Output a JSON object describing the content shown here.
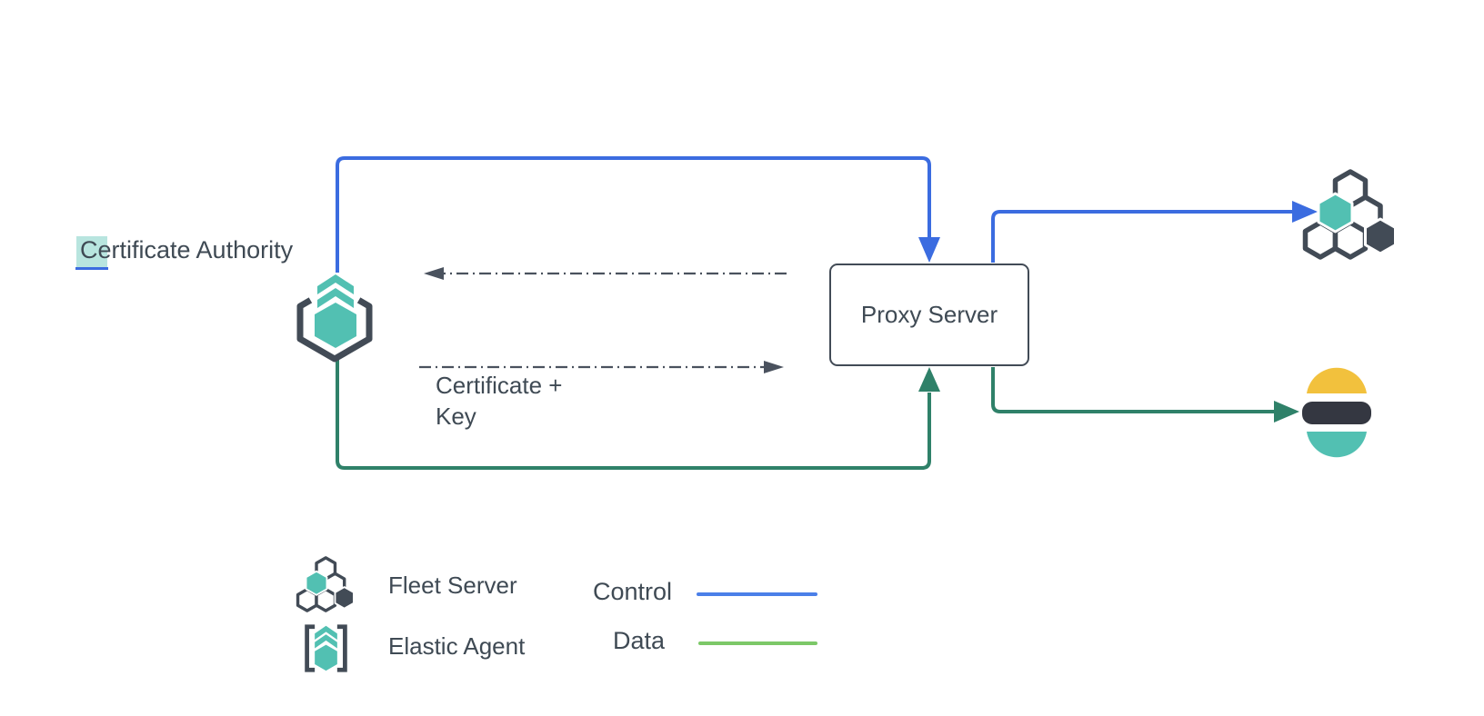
{
  "diagram": {
    "nodes": {
      "certificate_authority": {
        "label": "Certificate Authority"
      },
      "elastic_agent": {
        "icon": "elastic-agent-icon"
      },
      "proxy_server": {
        "label": "Proxy Server"
      },
      "fleet_server": {
        "icon": "fleet-server-icon"
      },
      "elasticsearch": {
        "icon": "elasticsearch-icon"
      }
    },
    "labels": {
      "certificate_key_line1": "Certificate +",
      "certificate_key_line2": "Key"
    },
    "edges": [
      {
        "from": "elastic_agent",
        "to": "proxy_server",
        "type": "control",
        "style": "solid"
      },
      {
        "from": "proxy_server",
        "to": "fleet_server",
        "type": "control",
        "style": "solid"
      },
      {
        "from": "elastic_agent",
        "to": "proxy_server",
        "type": "data",
        "style": "solid"
      },
      {
        "from": "proxy_server",
        "to": "elasticsearch",
        "type": "data",
        "style": "solid"
      },
      {
        "from": "proxy_server",
        "to": "elastic_agent",
        "type": "certificate-exchange",
        "style": "dash-dot",
        "label": ""
      },
      {
        "from": "elastic_agent",
        "to": "proxy_server",
        "type": "certificate-exchange",
        "style": "dash-dot",
        "label": "Certificate + Key"
      }
    ],
    "legend": {
      "fleet_server": "Fleet Server",
      "elastic_agent": "Elastic Agent",
      "control": "Control",
      "data": "Data"
    },
    "colors": {
      "control_blue": "#3b6ce0",
      "legend_control_blue": "#4b7fe8",
      "data_green": "#2f8169",
      "legend_data_green": "#7cc868",
      "teal": "#52c0b2",
      "dark_slate": "#424b56",
      "text": "#3f4a54",
      "yellow": "#f2c13d",
      "elastic_dark": "#343741",
      "dashed_gray": "#4a525e",
      "selection_highlight": "#7ecfc4"
    }
  }
}
